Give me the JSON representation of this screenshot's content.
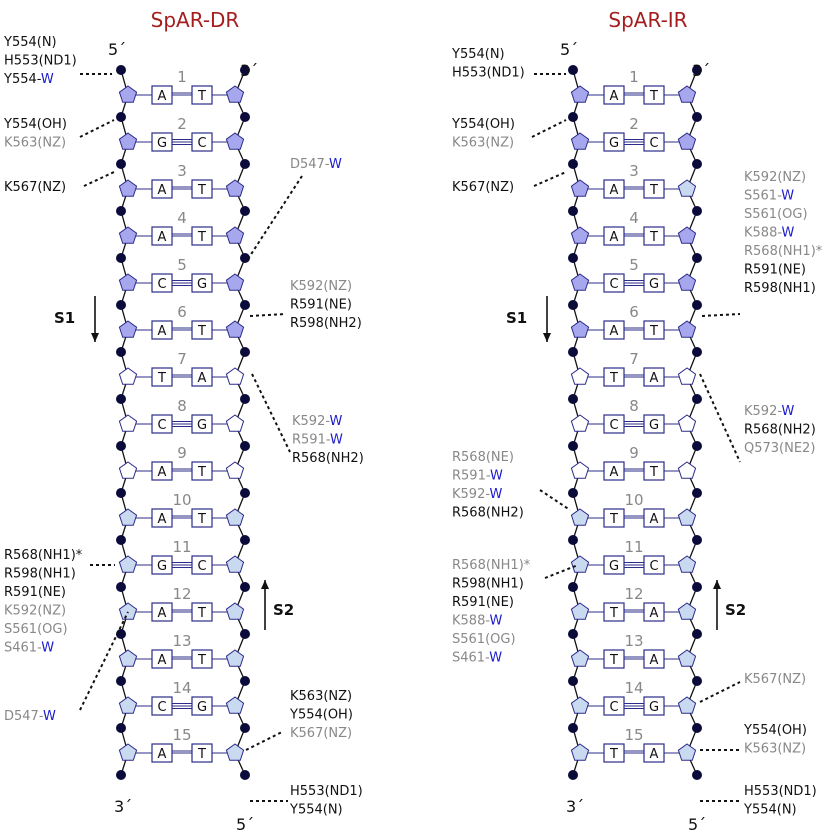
{
  "colors": {
    "title": "#a41e1e",
    "black": "#111111",
    "gray": "#888888",
    "water": "#1a1acc",
    "sugar_dark": "#a7a7ee",
    "sugar_light": "#c9d9f0",
    "sugar_outline": "#2c2c8a",
    "box": "#2c2c8a"
  },
  "prime5": "5´",
  "prime3": "3´",
  "panels": [
    {
      "title": "SpAR-DR",
      "strand1_label": "S1",
      "strand2_label": "S2",
      "pairs": [
        {
          "n": "1",
          "l": "A",
          "r": "T",
          "ls": "dark",
          "rs": "dark"
        },
        {
          "n": "2",
          "l": "G",
          "r": "C",
          "ls": "dark",
          "rs": "dark"
        },
        {
          "n": "3",
          "l": "A",
          "r": "T",
          "ls": "dark",
          "rs": "dark"
        },
        {
          "n": "4",
          "l": "A",
          "r": "T",
          "ls": "dark",
          "rs": "dark"
        },
        {
          "n": "5",
          "l": "C",
          "r": "G",
          "ls": "dark",
          "rs": "dark"
        },
        {
          "n": "6",
          "l": "A",
          "r": "T",
          "ls": "dark",
          "rs": "dark"
        },
        {
          "n": "7",
          "l": "T",
          "r": "A",
          "ls": "white",
          "rs": "white"
        },
        {
          "n": "8",
          "l": "C",
          "r": "G",
          "ls": "white",
          "rs": "white"
        },
        {
          "n": "9",
          "l": "A",
          "r": "T",
          "ls": "white",
          "rs": "white"
        },
        {
          "n": "10",
          "l": "A",
          "r": "T",
          "ls": "light",
          "rs": "light"
        },
        {
          "n": "11",
          "l": "G",
          "r": "C",
          "ls": "light",
          "rs": "light"
        },
        {
          "n": "12",
          "l": "A",
          "r": "T",
          "ls": "light",
          "rs": "light"
        },
        {
          "n": "13",
          "l": "A",
          "r": "T",
          "ls": "light",
          "rs": "light"
        },
        {
          "n": "14",
          "l": "C",
          "r": "G",
          "ls": "light",
          "rs": "light"
        },
        {
          "n": "15",
          "l": "A",
          "r": "T",
          "ls": "light",
          "rs": "light"
        }
      ],
      "groups": [
        {
          "lines": [
            {
              "t": "Y554(N)",
              "c": "black"
            },
            {
              "t": "H553(ND1)",
              "c": "black"
            },
            {
              "t": "Y554-",
              "w": "W",
              "c": "black"
            }
          ]
        },
        {
          "lines": [
            {
              "t": "Y554(OH)",
              "c": "black"
            },
            {
              "t": "K563(NZ)",
              "c": "gray"
            }
          ]
        },
        {
          "lines": [
            {
              "t": "K567(NZ)",
              "c": "black"
            }
          ]
        },
        {
          "lines": [
            {
              "t": "D547-",
              "w": "W",
              "c": "gray"
            }
          ]
        },
        {
          "lines": [
            {
              "t": "K592(NZ)",
              "c": "gray"
            },
            {
              "t": "R591(NE)",
              "c": "black"
            },
            {
              "t": "R598(NH2)",
              "c": "black"
            }
          ]
        },
        {
          "lines": [
            {
              "t": "K592-",
              "w": "W",
              "c": "gray"
            },
            {
              "t": "R591-",
              "w": "W",
              "c": "gray"
            },
            {
              "t": "R568(NH2)",
              "c": "black"
            }
          ]
        },
        {
          "lines": [
            {
              "t": "R568(NH1)*",
              "c": "black"
            },
            {
              "t": "R598(NH1)",
              "c": "black"
            },
            {
              "t": "R591(NE)",
              "c": "black"
            },
            {
              "t": "K592(NZ)",
              "c": "gray"
            },
            {
              "t": "S561(OG)",
              "c": "gray"
            },
            {
              "t": "S461-",
              "w": "W",
              "c": "gray"
            }
          ]
        },
        {
          "lines": [
            {
              "t": "D547-",
              "w": "W",
              "c": "gray"
            }
          ]
        },
        {
          "lines": [
            {
              "t": "K563(NZ)",
              "c": "black"
            },
            {
              "t": "Y554(OH)",
              "c": "black"
            },
            {
              "t": "K567(NZ)",
              "c": "gray"
            }
          ]
        },
        {
          "lines": [
            {
              "t": "H553(ND1)",
              "c": "black"
            },
            {
              "t": "Y554(N)",
              "c": "black"
            }
          ]
        }
      ]
    },
    {
      "title": "SpAR-IR",
      "strand1_label": "S1",
      "strand2_label": "S2",
      "pairs": [
        {
          "n": "1",
          "l": "A",
          "r": "T",
          "ls": "dark",
          "rs": "dark"
        },
        {
          "n": "2",
          "l": "G",
          "r": "C",
          "ls": "dark",
          "rs": "dark"
        },
        {
          "n": "3",
          "l": "A",
          "r": "T",
          "ls": "dark",
          "rs": "light"
        },
        {
          "n": "4",
          "l": "A",
          "r": "T",
          "ls": "dark",
          "rs": "dark"
        },
        {
          "n": "5",
          "l": "C",
          "r": "G",
          "ls": "dark",
          "rs": "dark"
        },
        {
          "n": "6",
          "l": "A",
          "r": "T",
          "ls": "dark",
          "rs": "dark"
        },
        {
          "n": "7",
          "l": "T",
          "r": "A",
          "ls": "white",
          "rs": "white"
        },
        {
          "n": "8",
          "l": "C",
          "r": "G",
          "ls": "white",
          "rs": "white"
        },
        {
          "n": "9",
          "l": "A",
          "r": "T",
          "ls": "white",
          "rs": "white"
        },
        {
          "n": "10",
          "l": "T",
          "r": "A",
          "ls": "light",
          "rs": "light"
        },
        {
          "n": "11",
          "l": "G",
          "r": "C",
          "ls": "light",
          "rs": "light"
        },
        {
          "n": "12",
          "l": "T",
          "r": "A",
          "ls": "light",
          "rs": "light"
        },
        {
          "n": "13",
          "l": "T",
          "r": "A",
          "ls": "light",
          "rs": "light"
        },
        {
          "n": "14",
          "l": "C",
          "r": "G",
          "ls": "light",
          "rs": "light"
        },
        {
          "n": "15",
          "l": "T",
          "r": "A",
          "ls": "light",
          "rs": "light"
        }
      ],
      "groups": [
        {
          "lines": [
            {
              "t": "Y554(N)",
              "c": "black"
            },
            {
              "t": "H553(ND1)",
              "c": "black"
            }
          ]
        },
        {
          "lines": [
            {
              "t": "Y554(OH)",
              "c": "black"
            },
            {
              "t": "K563(NZ)",
              "c": "gray"
            }
          ]
        },
        {
          "lines": [
            {
              "t": "K567(NZ)",
              "c": "black"
            }
          ]
        },
        {
          "lines": [
            {
              "t": "K592(NZ)",
              "c": "gray"
            },
            {
              "t": "S561-",
              "w": "W",
              "c": "gray"
            },
            {
              "t": "S561(OG)",
              "c": "gray"
            },
            {
              "t": "K588-",
              "w": "W",
              "c": "gray"
            },
            {
              "t": "R568(NH1)*",
              "c": "gray"
            },
            {
              "t": "R591(NE)",
              "c": "black"
            },
            {
              "t": "R598(NH1)",
              "c": "black"
            }
          ]
        },
        {
          "lines": [
            {
              "t": "K592-",
              "w": "W",
              "c": "gray"
            },
            {
              "t": "R568(NH2)",
              "c": "black"
            },
            {
              "t": "Q573(NE2)",
              "c": "gray"
            }
          ]
        },
        {
          "lines": [
            {
              "t": "R568(NE)",
              "c": "gray"
            },
            {
              "t": "R591-",
              "w": "W",
              "c": "gray"
            },
            {
              "t": "K592-",
              "w": "W",
              "c": "gray"
            },
            {
              "t": "R568(NH2)",
              "c": "black"
            }
          ]
        },
        {
          "lines": [
            {
              "t": "R568(NH1)*",
              "c": "gray"
            },
            {
              "t": "R598(NH1)",
              "c": "black"
            },
            {
              "t": "R591(NE)",
              "c": "black"
            },
            {
              "t": "K588-",
              "w": "W",
              "c": "gray"
            },
            {
              "t": "S561(OG)",
              "c": "gray"
            },
            {
              "t": "S461-",
              "w": "W",
              "c": "gray"
            }
          ]
        },
        {
          "lines": [
            {
              "t": "K567(NZ)",
              "c": "gray"
            }
          ]
        },
        {
          "lines": [
            {
              "t": "Y554(OH)",
              "c": "black"
            },
            {
              "t": "K563(NZ)",
              "c": "gray"
            }
          ]
        },
        {
          "lines": [
            {
              "t": "H553(ND1)",
              "c": "black"
            },
            {
              "t": "Y554(N)",
              "c": "black"
            }
          ]
        }
      ]
    }
  ]
}
